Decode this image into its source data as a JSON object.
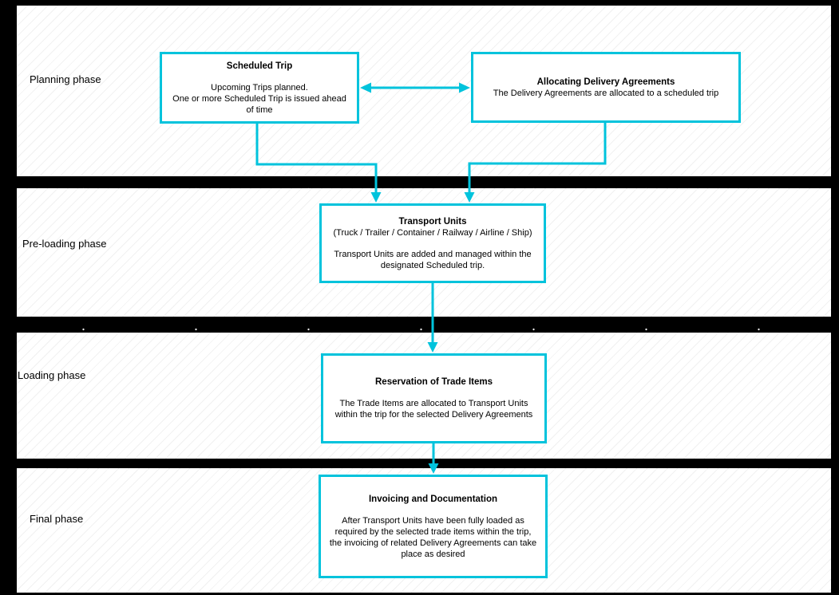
{
  "colors": {
    "accent": "#00c3dc",
    "band": "#000000",
    "hatch": "#f1f1f1",
    "text": "#000000"
  },
  "phases": [
    {
      "label": "Planning phase"
    },
    {
      "label": "Pre-loading phase"
    },
    {
      "label": "Loading phase"
    },
    {
      "label": "Final phase"
    }
  ],
  "nodes": {
    "scheduled_trip": {
      "title": "Scheduled Trip",
      "body": "Upcoming Trips planned.\nOne or more Scheduled Trip is issued ahead\nof time"
    },
    "allocating_delivery_agreements": {
      "title": "Allocating Delivery Agreements",
      "body": "The Delivery Agreements are allocated to a scheduled trip"
    },
    "transport_units": {
      "title": "Transport Units",
      "subtitle": "(Truck / Trailer / Container / Railway / Airline / Ship)",
      "body": "Transport Units are added and managed within the\ndesignated Scheduled trip."
    },
    "reservation_of_trade_items": {
      "title": "Reservation of Trade Items",
      "body": "The Trade Items are allocated to Transport Units\nwithin the trip for the selected Delivery Agreements"
    },
    "invoicing_and_documentation": {
      "title": "Invoicing and Documentation",
      "body": "After Transport Units have been fully loaded as\nrequired by the selected trade items within the trip,\nthe invoicing of related Delivery Agreements can take\nplace as desired"
    }
  }
}
